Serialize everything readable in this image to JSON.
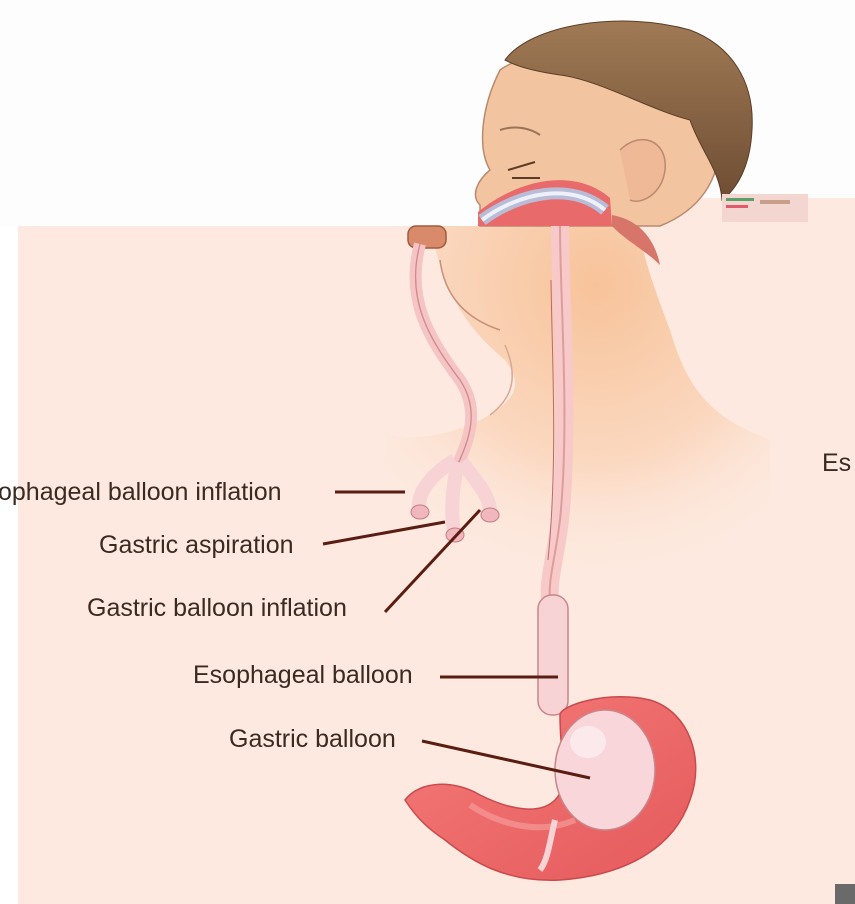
{
  "figure": {
    "labels": {
      "esophageal_balloon_inflation": "ophageal balloon inflation",
      "gastric_aspiration": "Gastric aspiration",
      "gastric_balloon_inflation": "Gastric balloon inflation",
      "esophageal_balloon": "Esophageal balloon",
      "gastric_balloon": "Gastric balloon",
      "cut_off_right": "Es"
    },
    "colors": {
      "background_peach": "#fde9df",
      "skin": "#f6caa8",
      "hair": "#8b6544",
      "tube": "#f4b6b4",
      "stomach": "#ee6b6a",
      "balloon": "#f6d9dc",
      "leader_line": "#5a1d12"
    }
  }
}
